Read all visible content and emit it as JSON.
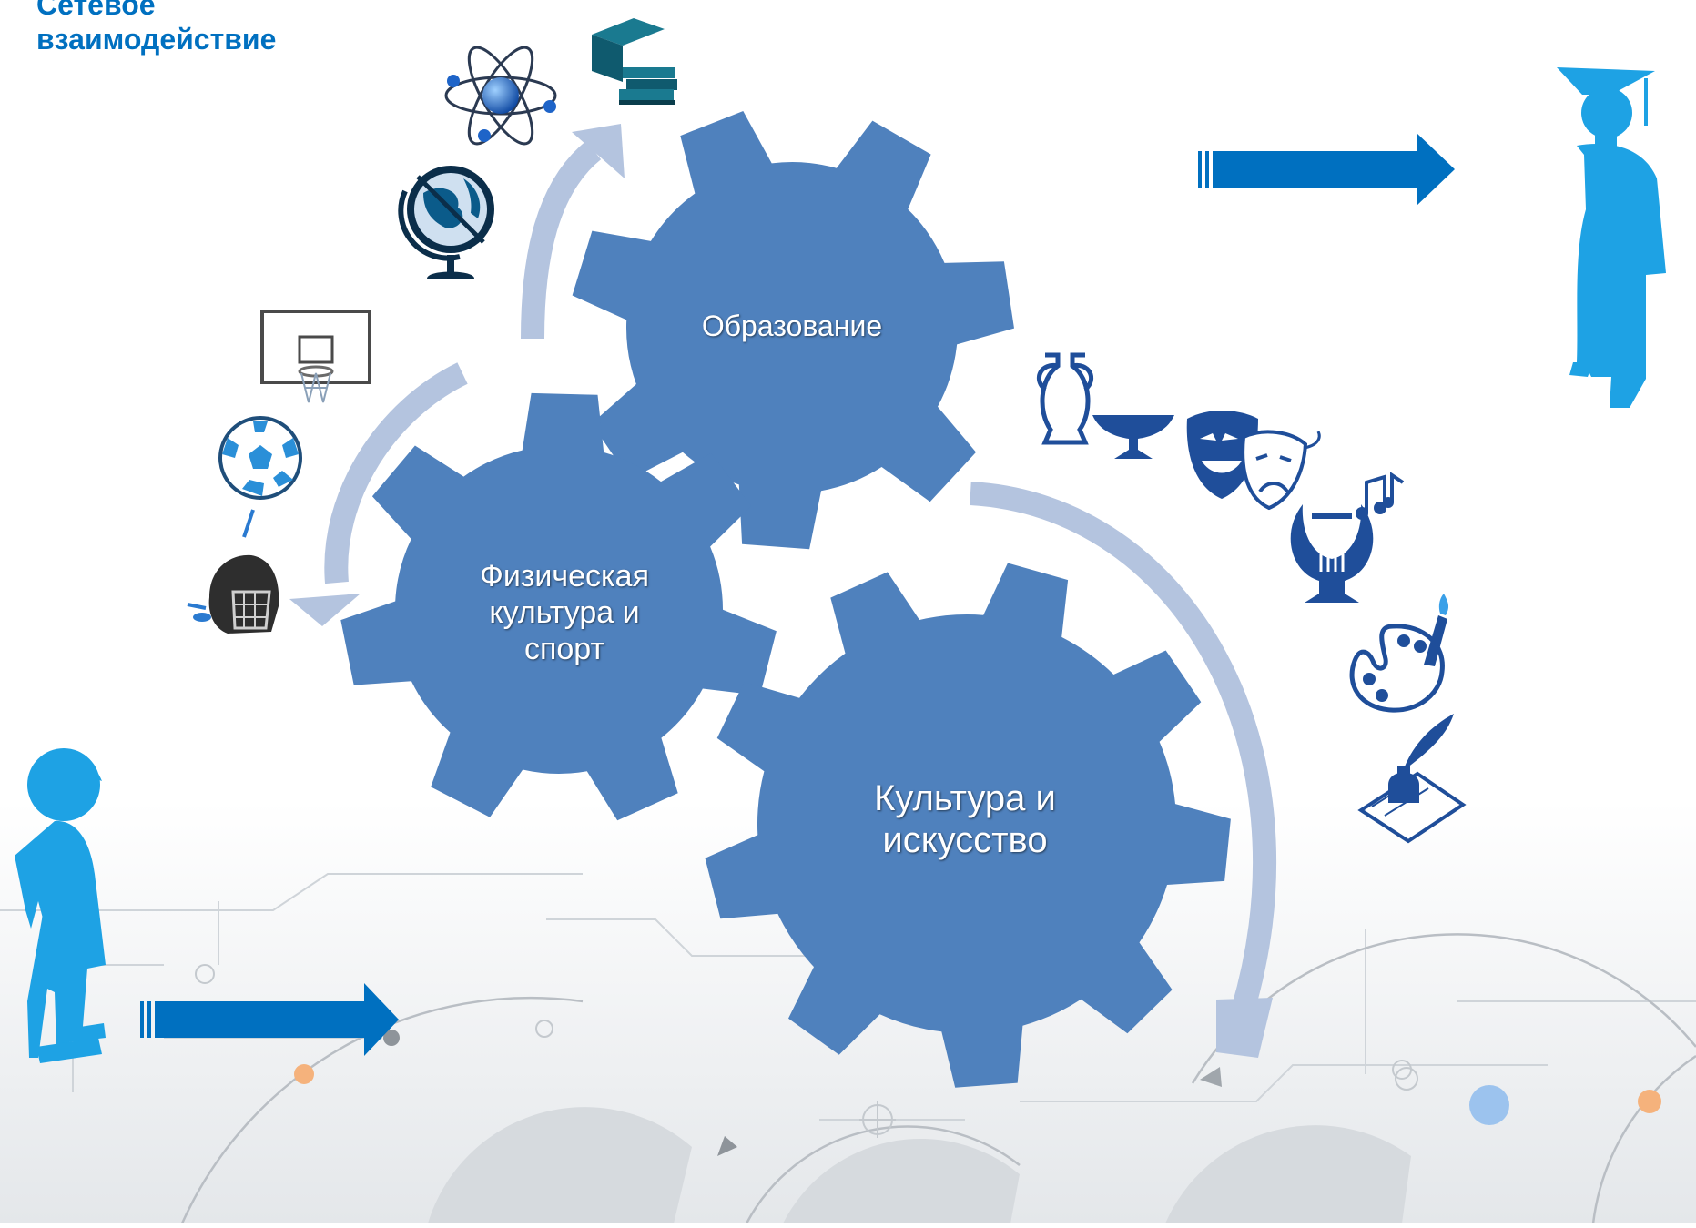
{
  "slide": {
    "title_lines": [
      "Сетевое",
      "взаимодействие"
    ]
  },
  "gears": [
    {
      "id": "education",
      "label": "Образование"
    },
    {
      "id": "sport",
      "label": "Физическая культура и спорт"
    },
    {
      "id": "culture",
      "label": "Культура и искусство"
    }
  ],
  "colors": {
    "gear": "#4f81bd",
    "cycle_arrow": "#b4c4df",
    "flow_arrow": "#0070c0",
    "silhouette": "#1ea2e4",
    "title": "#0070c0",
    "icon": "#1f4e9a"
  },
  "icons": {
    "education": [
      "atom-icon",
      "books-icon",
      "globe-icon"
    ],
    "sport": [
      "basketball-hoop-icon",
      "soccer-ball-icon",
      "hockey-helmet-icon"
    ],
    "culture": [
      "amphora-icon",
      "theatre-masks-icon",
      "lyre-icon",
      "palette-icon",
      "quill-inkwell-icon"
    ]
  }
}
